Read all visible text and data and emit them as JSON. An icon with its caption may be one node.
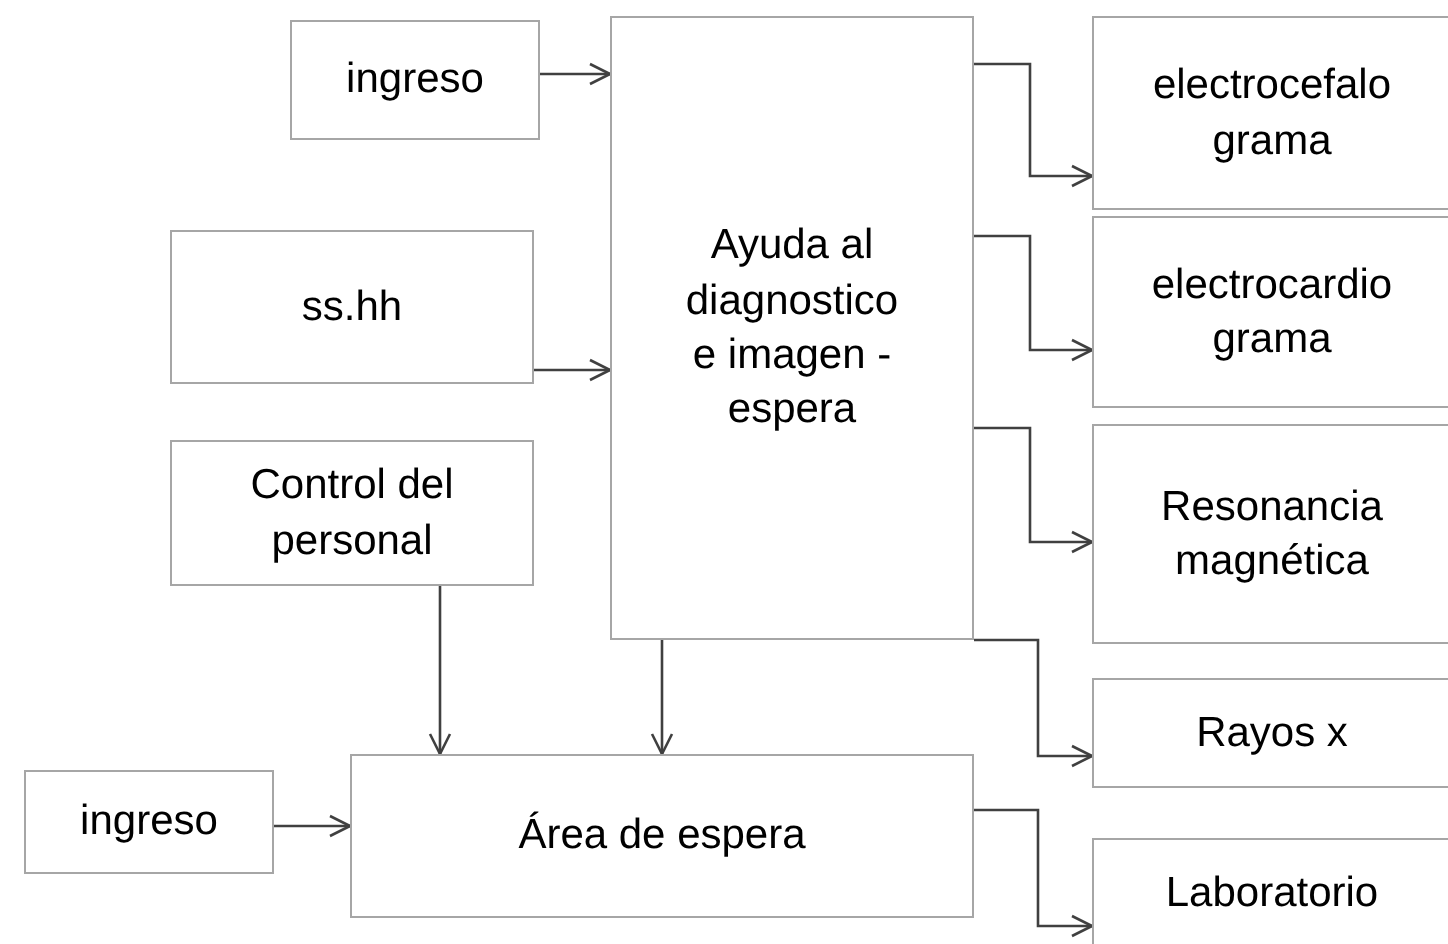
{
  "diagram": {
    "nodes": [
      {
        "text": [
          "ingreso"
        ]
      },
      {
        "text": [
          "ss.hh"
        ]
      },
      {
        "text": [
          "Control del personal"
        ]
      },
      {
        "text": [
          "Ayuda al diagnostico e imagen - espera"
        ]
      },
      {
        "text": [
          "electrocefalo grama"
        ]
      },
      {
        "text": [
          "electrocardio grama"
        ]
      },
      {
        "text": [
          "Resonancia magnética"
        ]
      },
      {
        "text": [
          "Rayos x"
        ]
      },
      {
        "text": [
          "ingreso"
        ]
      },
      {
        "text": [
          "Área de espera"
        ]
      },
      {
        "text": [
          "Laboratorio"
        ]
      }
    ],
    "edges": [
      {
        "from": 0,
        "to": 3,
        "arrow": "to"
      },
      {
        "from": 1,
        "to": 3,
        "arrow": "to"
      },
      {
        "from": 2,
        "to": 9,
        "arrow": "to"
      },
      {
        "from": 3,
        "to": 9,
        "arrow": "to"
      },
      {
        "from": 8,
        "to": 9,
        "arrow": "to"
      },
      {
        "from": 3,
        "to": 4,
        "arrow": "to"
      },
      {
        "from": 3,
        "to": 5,
        "arrow": "to"
      },
      {
        "from": 3,
        "to": 6,
        "arrow": "to"
      },
      {
        "from": 3,
        "to": 7,
        "arrow": "to"
      },
      {
        "from": 9,
        "to": 10,
        "arrow": "to"
      }
    ]
  }
}
